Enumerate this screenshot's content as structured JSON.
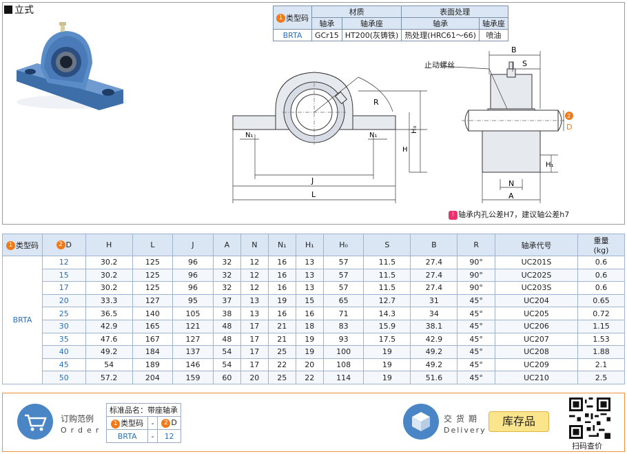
{
  "section_title": "立式",
  "material_table": {
    "header_code": "类型码",
    "header_material": "材质",
    "header_surface": "表面处理",
    "sub_bearing": "轴承",
    "sub_housing": "轴承座",
    "sub_bearing2": "轴承",
    "sub_housing2": "轴承座",
    "row_code": "BRTA",
    "row_bearing": "GCr15",
    "row_housing": "HT200(灰铸铁)",
    "row_surface_bearing": "热处理(HRC61～66)",
    "row_surface_housing": "喷油"
  },
  "badge_1": "1",
  "badge_2": "2",
  "drawing_labels": {
    "R": "R",
    "N1": "N₁",
    "H0": "H₀",
    "H": "H",
    "J": "J",
    "L": "L",
    "B": "B",
    "S": "S",
    "D": "D",
    "H1": "H₁",
    "N": "N",
    "A": "A",
    "stop_screw": "止动螺丝"
  },
  "note": "轴承内孔公差H7，建议轴公差h7",
  "note_badge": "!",
  "main_table": {
    "headers": [
      "类型码",
      "D",
      "H",
      "L",
      "J",
      "A",
      "N",
      "N₁",
      "H₁",
      "H₀",
      "S",
      "B",
      "R",
      "轴承代号",
      "重量",
      "(kg)"
    ],
    "code": "BRTA",
    "rows": [
      [
        "12",
        "30.2",
        "125",
        "96",
        "32",
        "12",
        "16",
        "13",
        "57",
        "11.5",
        "27.4",
        "90°",
        "UC201S",
        "0.6"
      ],
      [
        "15",
        "30.2",
        "125",
        "96",
        "32",
        "12",
        "16",
        "13",
        "57",
        "11.5",
        "27.4",
        "90°",
        "UC202S",
        "0.6"
      ],
      [
        "17",
        "30.2",
        "125",
        "96",
        "32",
        "12",
        "16",
        "13",
        "57",
        "11.5",
        "27.4",
        "90°",
        "UC203S",
        "0.6"
      ],
      [
        "20",
        "33.3",
        "127",
        "95",
        "37",
        "13",
        "19",
        "15",
        "65",
        "12.7",
        "31",
        "45°",
        "UC204",
        "0.65"
      ],
      [
        "25",
        "36.5",
        "140",
        "105",
        "38",
        "13",
        "16",
        "16",
        "71",
        "14.3",
        "34",
        "45°",
        "UC205",
        "0.72"
      ],
      [
        "30",
        "42.9",
        "165",
        "121",
        "48",
        "17",
        "21",
        "18",
        "83",
        "15.9",
        "38.1",
        "45°",
        "UC206",
        "1.15"
      ],
      [
        "35",
        "47.6",
        "167",
        "127",
        "48",
        "17",
        "21",
        "19",
        "93",
        "17.5",
        "42.9",
        "45°",
        "UC207",
        "1.53"
      ],
      [
        "40",
        "49.2",
        "184",
        "137",
        "54",
        "17",
        "25",
        "19",
        "100",
        "19",
        "49.2",
        "45°",
        "UC208",
        "1.88"
      ],
      [
        "45",
        "54",
        "189",
        "146",
        "54",
        "17",
        "22",
        "20",
        "108",
        "19",
        "49.2",
        "45°",
        "UC209",
        "2.1"
      ],
      [
        "50",
        "57.2",
        "204",
        "159",
        "60",
        "20",
        "25",
        "22",
        "114",
        "19",
        "51.6",
        "45°",
        "UC210",
        "2.5"
      ]
    ]
  },
  "order": {
    "title_zh": "订购范例",
    "title_en": "Order",
    "std_name": "标准品名：带座轴承",
    "col_code": "类型码",
    "col_dash": "-",
    "col_d": "D",
    "val_code": "BRTA",
    "val_dash": "-",
    "val_d": "12"
  },
  "delivery": {
    "title_zh": "交货期",
    "title_en": "Delivery",
    "badge": "库存品"
  },
  "qr_label": "扫码查价",
  "colors": {
    "accent_blue": "#2c6fb8",
    "header_bg": "#dbe6f4",
    "orange": "#f07a1a",
    "pink": "#e8336e"
  }
}
